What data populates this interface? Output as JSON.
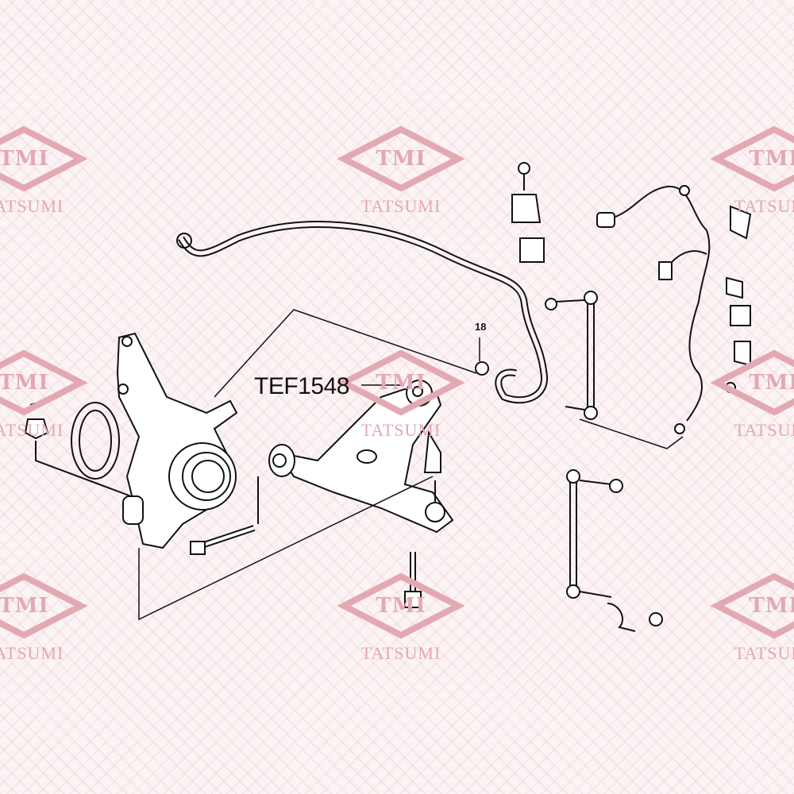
{
  "watermark": {
    "logo": "TMI",
    "name": "TATSUMI",
    "color": "#e3a9b2"
  },
  "callouts": {
    "part_number": "TEF1548",
    "ref_number": "18"
  },
  "line_color": "#111111"
}
